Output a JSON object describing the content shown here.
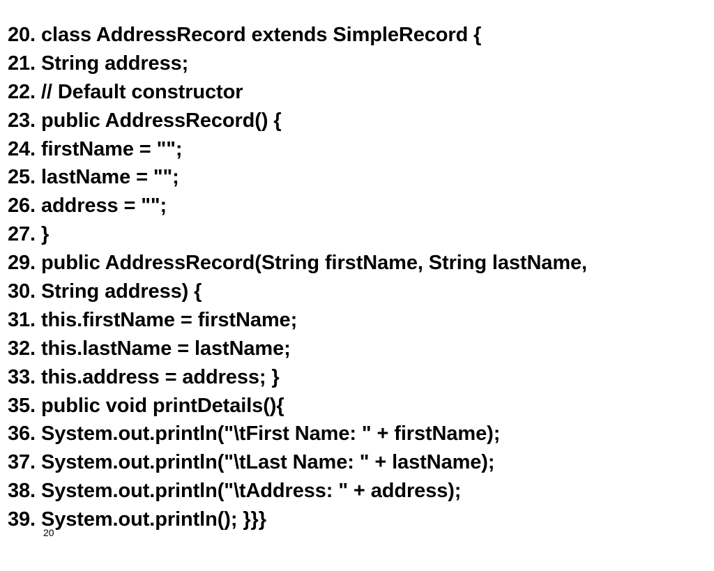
{
  "code": {
    "lines": [
      "20. class AddressRecord extends SimpleRecord {",
      "21. String address;",
      "22. // Default constructor",
      "23. public AddressRecord() {",
      "24. firstName = \"\";",
      "25. lastName = \"\";",
      "26. address = \"\";",
      "27. }",
      "29. public AddressRecord(String firstName, String lastName,",
      "30. String address) {",
      "31. this.firstName = firstName;",
      "32. this.lastName = lastName;",
      "33. this.address = address; }",
      "35. public void printDetails(){",
      "36. System.out.println(\"\\tFirst Name: \" + firstName);",
      "37. System.out.println(\"\\tLast Name: \" + lastName);",
      "38. System.out.println(\"\\tAddress: \" + address);",
      "39. System.out.println(); }}}"
    ]
  },
  "slide": {
    "number": "20"
  }
}
